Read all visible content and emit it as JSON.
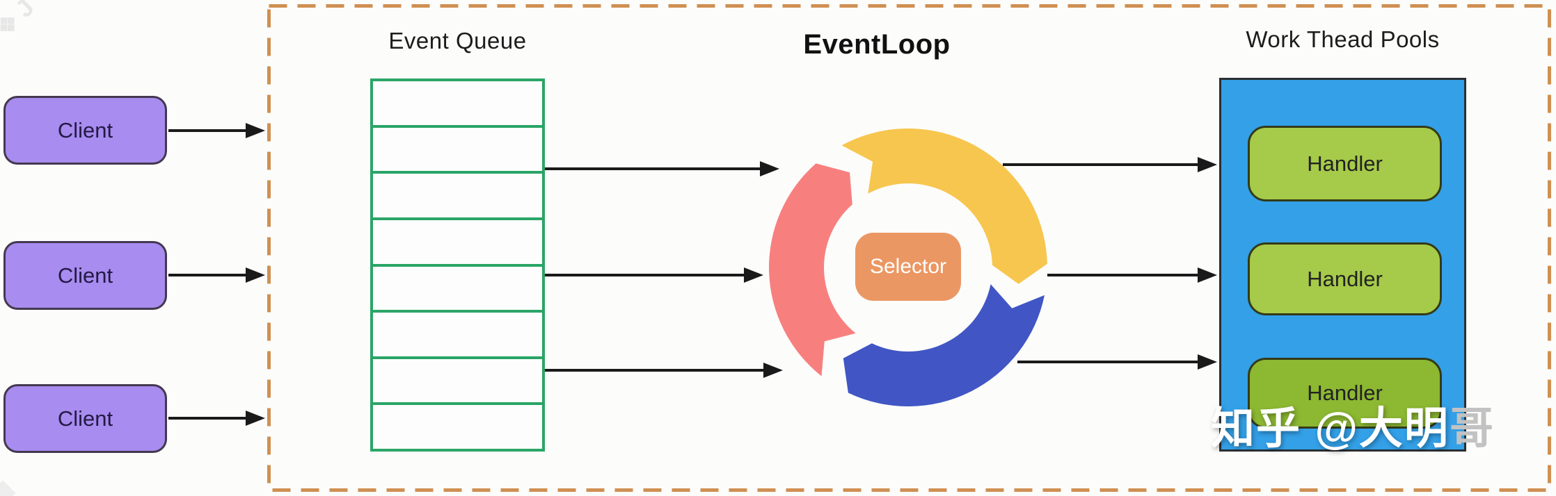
{
  "diagram": {
    "clients": [
      {
        "label": "Client"
      },
      {
        "label": "Client"
      },
      {
        "label": "Client"
      }
    ],
    "client_color": "#a88cef",
    "event_queue": {
      "title": "Event Queue",
      "rows": 8,
      "border_color": "#2aa567"
    },
    "event_loop": {
      "title": "EventLoop",
      "selector_label": "Selector",
      "selector_color": "#eb9763",
      "segments": [
        {
          "name": "yellow-segment",
          "color": "#f7c64e",
          "tail_deg": 330,
          "head_deg": 100
        },
        {
          "name": "blue-segment",
          "color": "#4156c4",
          "tail_deg": 100,
          "head_deg": 217
        },
        {
          "name": "red-segment",
          "color": "#f7807f",
          "tail_deg": 217,
          "head_deg": 330
        }
      ]
    },
    "worker_pool": {
      "title": "Work Thead Pools",
      "box_color": "#33a0e8",
      "handlers": [
        {
          "label": "Handler",
          "color": "#a6ca49"
        },
        {
          "label": "Handler",
          "color": "#a6ca49"
        },
        {
          "label": "Handler",
          "color": "#8cb832"
        }
      ]
    },
    "boundary_color": "#cf9052",
    "arrow_color": "#1a1a1a",
    "watermark": {
      "text_primary": "知乎 @大明",
      "text_secondary": "哥",
      "corner": "❖J"
    }
  }
}
